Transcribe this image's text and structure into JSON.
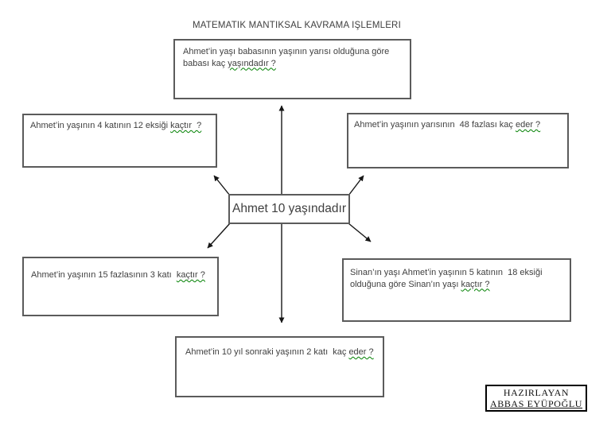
{
  "page": {
    "title": "MATEMATIK MANTIKSAL KAVRAMA IŞLEMLERI"
  },
  "center_box": {
    "text": "Ahmet 10 yaşındadır"
  },
  "boxes": [
    {
      "id": "top",
      "text": "Ahmet’in yaşı babasının yaşının yarısı olduğuna göre\nbabası kaç ",
      "squiggle": "yaşındadır ?"
    },
    {
      "id": "left-mid",
      "text": "Ahmet’in yaşının 4 katının 12 eksiği ",
      "squiggle": "kaçtır  ?"
    },
    {
      "id": "right-mid",
      "text": "Ahmet’in yaşının yarısının  48 fazlası kaç ",
      "squiggle": "eder ?"
    },
    {
      "id": "left-low",
      "text": "Ahmet’in yaşının 15 fazlasının 3 katı  ",
      "squiggle": "kaçtır ?"
    },
    {
      "id": "right-low",
      "text": "Sinan’ın yaşı Ahmet’in yaşının 5 katının  18 eksiği\nolduğuna göre Sinan’ın yaşı ",
      "squiggle": "kaçtır ?"
    },
    {
      "id": "bottom",
      "text": "Ahmet’in 10 yıl sonraki yaşının 2 katı  kaç ",
      "squiggle": "eder ?"
    }
  ],
  "credit": {
    "line1": "HAZIRLAYAN",
    "line2": "ABBAS EYÜPOĞLU"
  },
  "colors": {
    "text": "#3f3f3f",
    "box_border": "#5b5b5b",
    "squiggle": "#008000",
    "arrow": "#161616",
    "credit_border": "#000000"
  }
}
